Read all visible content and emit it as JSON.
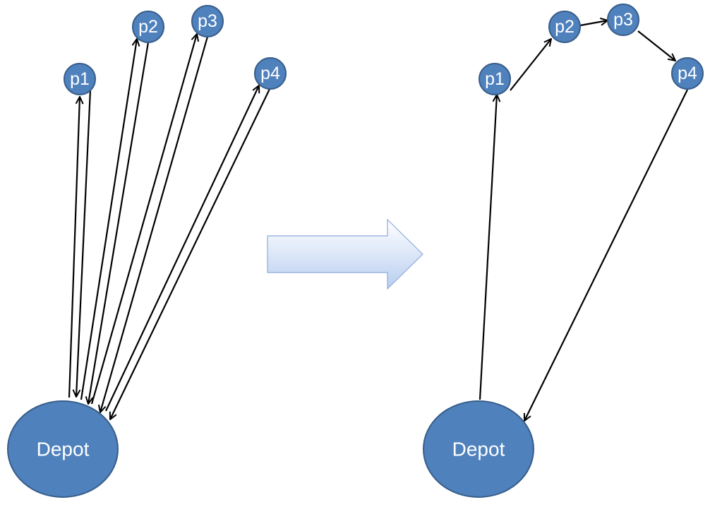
{
  "diagram": {
    "left_panel": {
      "nodes": {
        "p1": "p1",
        "p2": "p2",
        "p3": "p3",
        "p4": "p4",
        "depot": "Depot"
      },
      "edges": [
        {
          "from": "Depot",
          "to": "p1"
        },
        {
          "from": "p1",
          "to": "Depot"
        },
        {
          "from": "Depot",
          "to": "p2"
        },
        {
          "from": "p2",
          "to": "Depot"
        },
        {
          "from": "Depot",
          "to": "p3"
        },
        {
          "from": "p3",
          "to": "Depot"
        },
        {
          "from": "Depot",
          "to": "p4"
        },
        {
          "from": "p4",
          "to": "Depot"
        }
      ]
    },
    "right_panel": {
      "nodes": {
        "p1": "p1",
        "p2": "p2",
        "p3": "p3",
        "p4": "p4",
        "depot": "Depot"
      },
      "edges": [
        {
          "from": "Depot",
          "to": "p1"
        },
        {
          "from": "p1",
          "to": "p2"
        },
        {
          "from": "p2",
          "to": "p3"
        },
        {
          "from": "p3",
          "to": "p4"
        },
        {
          "from": "p4",
          "to": "Depot"
        }
      ]
    },
    "colors": {
      "node_fill": "#4f81bd",
      "node_stroke": "#385d8a",
      "node_text": "#ffffff",
      "edge": "#000000",
      "transition_arrow_light": "#ffffff",
      "transition_arrow_dark": "#b8cef0",
      "transition_arrow_stroke": "#8eaadb"
    }
  }
}
